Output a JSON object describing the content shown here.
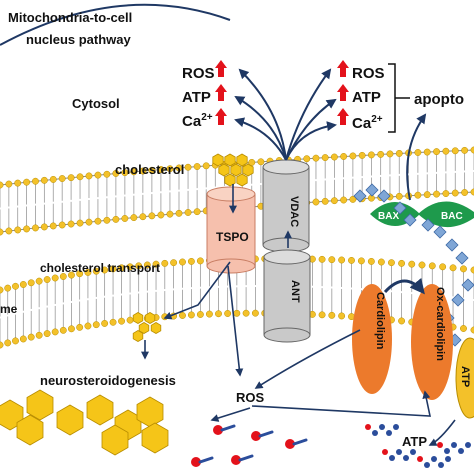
{
  "title_line1": "Mitochondria-to-cell",
  "title_line2": "nucleus pathway",
  "cytosol": "Cytosol",
  "left_signals": [
    {
      "label": "ROS"
    },
    {
      "label": "ATP"
    },
    {
      "label": "Ca",
      "sup": "2+"
    }
  ],
  "right_signals": [
    {
      "label": "ROS"
    },
    {
      "label": "ATP"
    },
    {
      "label": "Ca",
      "sup": "2+"
    }
  ],
  "apoptosis": "apopto",
  "cholesterol": "cholesterol",
  "cholesterol_transport": "cholesterol transport",
  "left_fragment": "me",
  "neurosteroidogenesis": "neurosteroidogenesis",
  "tspo": "TSPO",
  "vdac": "VDAC",
  "ant": "ANT",
  "bax": "BAX",
  "bac": "BAC",
  "cardiolipin": "Cardiolipin",
  "ox_cardiolipin": "Ox-cardiolipin",
  "ros_bottom": "ROS",
  "atp_bottom": "ATP",
  "atp_synthase": "ATP",
  "colors": {
    "arrow": "#1f3864",
    "up_arrow": "#e3121b",
    "lipid_head": "#f3c12a",
    "hexagon": "#f5c518",
    "tspo": "#f6c0ad",
    "channel": "#c9c9c9",
    "bax": "#1e9a4c",
    "cardiolipin": "#ec7a2c",
    "diamond": "#7fa6d6"
  }
}
